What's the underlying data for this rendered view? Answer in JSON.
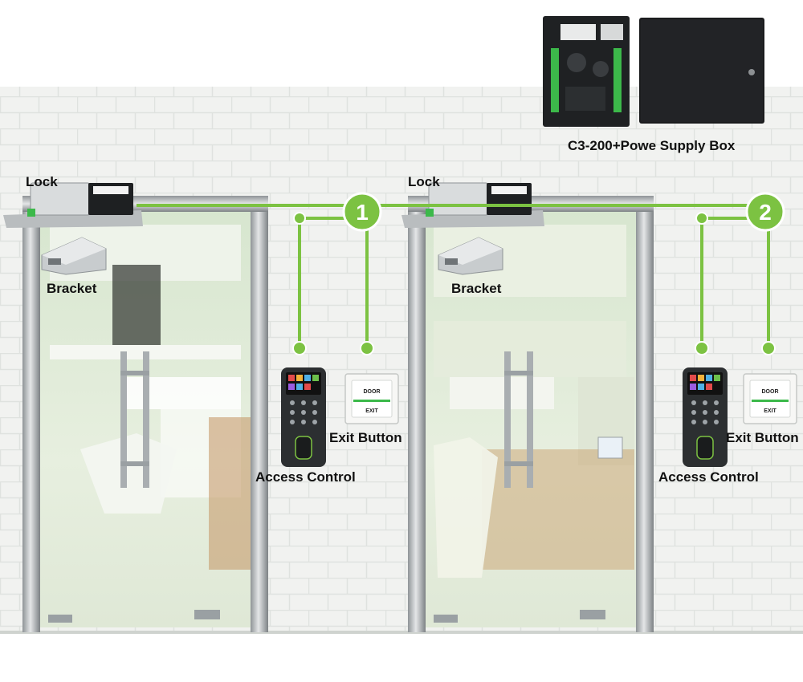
{
  "colors": {
    "wire": "#7cc242",
    "wall": "#f1f2f0",
    "mortar": "#dfe2df",
    "frame": "#b8bcbf",
    "glass": "#dde9d2",
    "device": "#2c2f31"
  },
  "labels": {
    "lock_1": "Lock",
    "bracket_1": "Bracket",
    "access_control_1": "Access Control",
    "exit_button_1": "Exit Button",
    "lock_2": "Lock",
    "bracket_2": "Bracket",
    "access_control_2": "Access Control",
    "exit_button_2": "Exit Button",
    "controller": "C3-200+Powe Supply Box"
  },
  "badges": [
    "1",
    "2"
  ],
  "exit_button_text": {
    "line1": "DOOR",
    "line2": "EXIT"
  }
}
